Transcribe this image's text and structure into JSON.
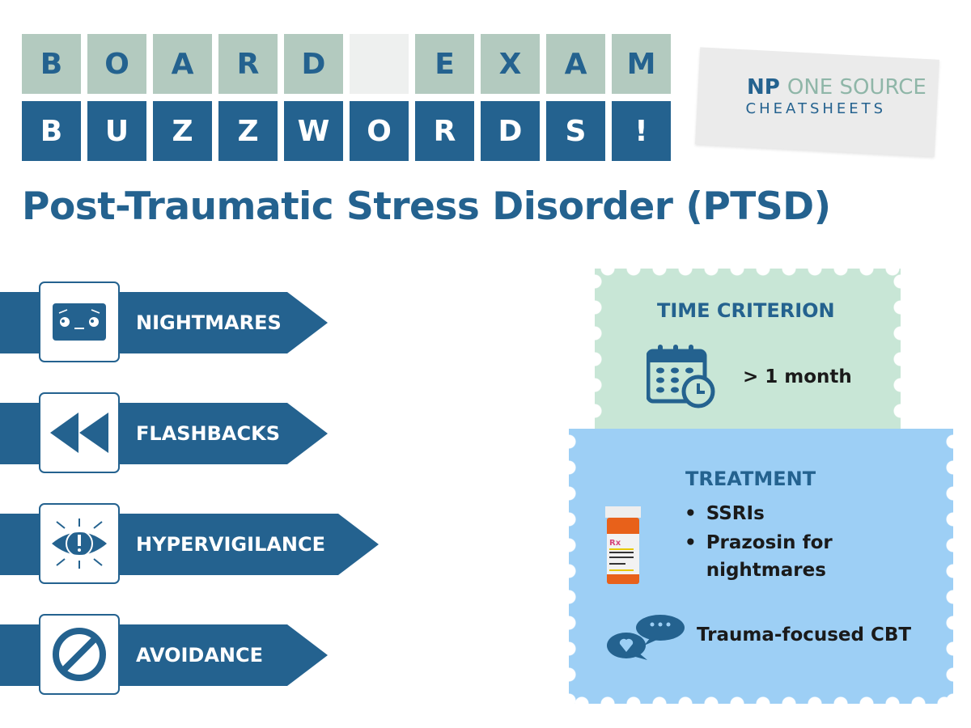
{
  "header": {
    "row1": [
      "B",
      "O",
      "A",
      "R",
      "D",
      "",
      "E",
      "X",
      "A",
      "M"
    ],
    "row2": [
      "B",
      "U",
      "Z",
      "Z",
      "W",
      "O",
      "R",
      "D",
      "S",
      "!"
    ]
  },
  "logo": {
    "np": "NP",
    "one_source": "ONE SOURCE",
    "cheatsheets": "CHEATSHEETS"
  },
  "title": "Post-Traumatic Stress Disorder (PTSD)",
  "buzzwords": [
    {
      "label": "NIGHTMARES",
      "icon": "pillow-worried-face-icon"
    },
    {
      "label": "FLASHBACKS",
      "icon": "rewind-icon"
    },
    {
      "label": "HYPERVIGILANCE",
      "icon": "alert-eye-icon"
    },
    {
      "label": "AVOIDANCE",
      "icon": "prohibited-icon"
    }
  ],
  "time_criterion": {
    "heading": "TIME CRITERION",
    "value": "> 1 month",
    "icon": "calendar-clock-icon"
  },
  "treatment": {
    "heading": "TREATMENT",
    "meds": [
      "SSRIs",
      "Prazosin for nightmares"
    ],
    "therapy": "Trauma-focused CBT",
    "icons": [
      "pill-bottle-icon",
      "speech-bubbles-icon"
    ]
  },
  "colors": {
    "primary": "#24628f",
    "sage": "#b3cabf",
    "green_stamp": "#c8e6d6",
    "blue_stamp": "#9dcff5"
  }
}
